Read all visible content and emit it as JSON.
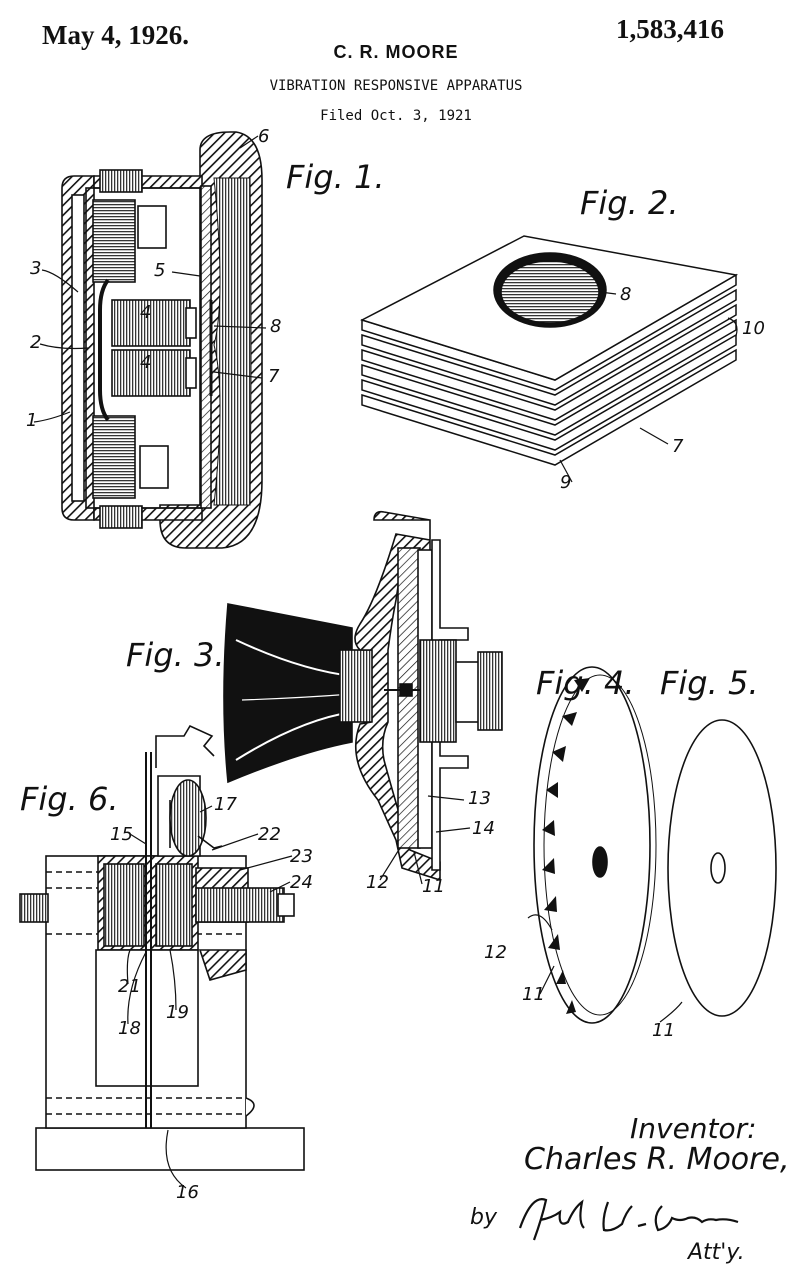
{
  "header": {
    "date": "May 4, 1926.",
    "patent_number": "1,583,416",
    "inventor": "C. R. MOORE",
    "title": "VIBRATION RESPONSIVE APPARATUS",
    "filed": "Filed Oct. 3, 1921"
  },
  "figures": {
    "fig1": {
      "label": "Fig. 1.",
      "refs": [
        "1",
        "2",
        "3",
        "4",
        "4",
        "5",
        "6",
        "7",
        "8"
      ]
    },
    "fig2": {
      "label": "Fig. 2.",
      "refs": [
        "7",
        "8",
        "9",
        "10"
      ]
    },
    "fig3": {
      "label": "Fig. 3.",
      "refs": [
        "11",
        "12",
        "13",
        "14"
      ]
    },
    "fig4": {
      "label": "Fig. 4.",
      "refs": [
        "11",
        "12"
      ]
    },
    "fig5": {
      "label": "Fig. 5.",
      "refs": [
        "11"
      ]
    },
    "fig6": {
      "label": "Fig. 6.",
      "refs": [
        "15",
        "16",
        "17",
        "18",
        "19",
        "21",
        "22",
        "23",
        "24"
      ]
    }
  },
  "signature": {
    "inventor_label": "Inventor:",
    "inventor_name": "Charles R. Moore,",
    "by": "by",
    "attorney_label": "Att'y."
  },
  "colors": {
    "ink": "#111111",
    "paper": "#ffffff"
  }
}
